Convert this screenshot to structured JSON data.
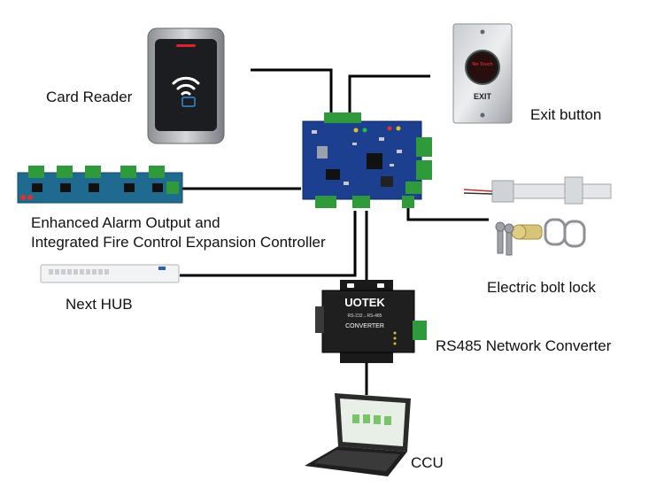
{
  "labels": {
    "card_reader": "Card Reader",
    "exit_button": "Exit button",
    "alarm_line1": "Enhanced Alarm Output and",
    "alarm_line2": "Integrated Fire Control Expansion Controller",
    "next_hub": "Next HUB",
    "bolt_lock": "Electric bolt lock",
    "rs485": "RS485 Network Converter",
    "ccu": "CCU"
  },
  "device_text": {
    "no_touch": "No Touch",
    "exit": "EXIT",
    "brand": "UOTEK",
    "model": "RS-232↔RS-485",
    "converter": "CONVERTER"
  }
}
